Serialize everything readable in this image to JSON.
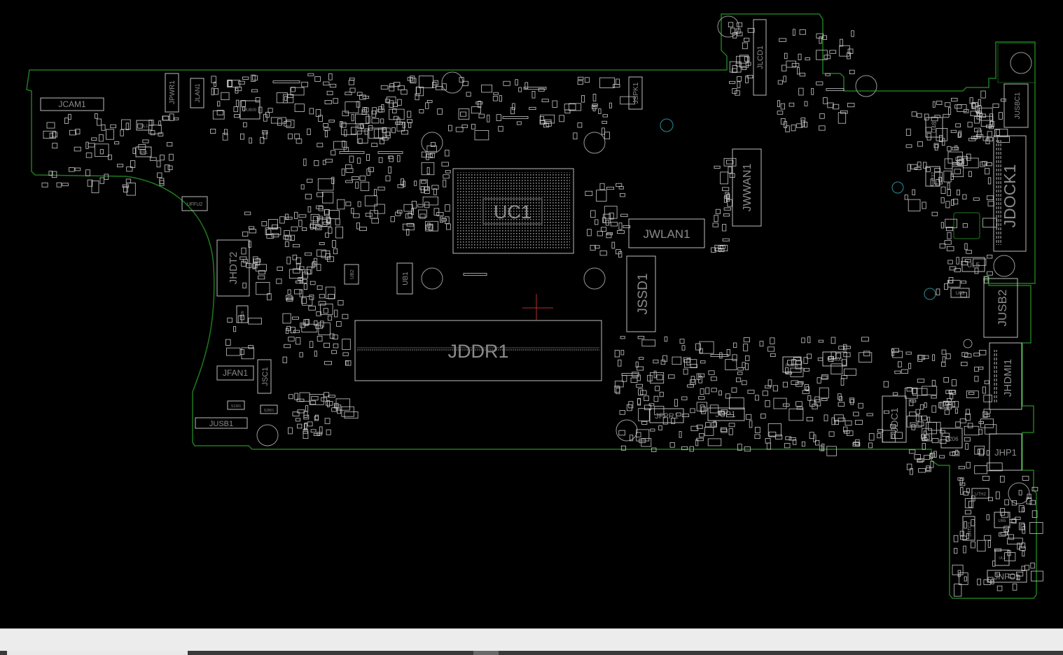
{
  "labels": {
    "uc1": "UC1",
    "jddr1": "JDDR1",
    "jwlan1": "JWLAN1",
    "jssd1": "JSSD1",
    "jwwan1": "JWWAN1",
    "jdock1": "JDOCK1",
    "jlcd1": "JLCD1",
    "jusbc1": "JUSBC1",
    "jusb2": "JUSB2",
    "jhdmi1": "JHDMI1",
    "jhp1": "JHP1",
    "jnfc1": "JNFC1",
    "jcam1": "JCAM1",
    "jpwr1": "JPWR1",
    "jlan1": "JLAN1",
    "jspk1": "JSPK1",
    "jhdt2": "JHDT2",
    "jfan1": "JFAN1",
    "jsc1": "JSC1",
    "jusb1": "JUSB1",
    "jfpr1": "JFPR1",
    "jcp1": "JCP1",
    "jdc1": "JDC1",
    "ul5": "UL5",
    "u63": "U63",
    "u48": "U48",
    "u37": "U37",
    "u206": "U206",
    "ub1": "UB1",
    "ub2": "UB2",
    "ufpu2": "UFFU2",
    "ul1": "UL1",
    "urt1": "UR1",
    "pq800": "PQ800",
    "pu800": "PU800",
    "pu801": "PU801",
    "jrtc1": "JRTC1",
    "uth2": "UTH2",
    "u65": "U65",
    "ul3": "UL3",
    "s1301": "S1301",
    "s2801": "S2801",
    "u29": "U29"
  },
  "colors": {
    "background": "#000000",
    "board_outline": "#1f7a1f",
    "component": "#bdbdbd",
    "label": "#8a8a8a",
    "cursor": "#b03030",
    "hole_accent": "#2a8f95",
    "status_strip": "#ececec"
  },
  "icons": {
    "cursor": "crosshair-cursor-icon"
  }
}
